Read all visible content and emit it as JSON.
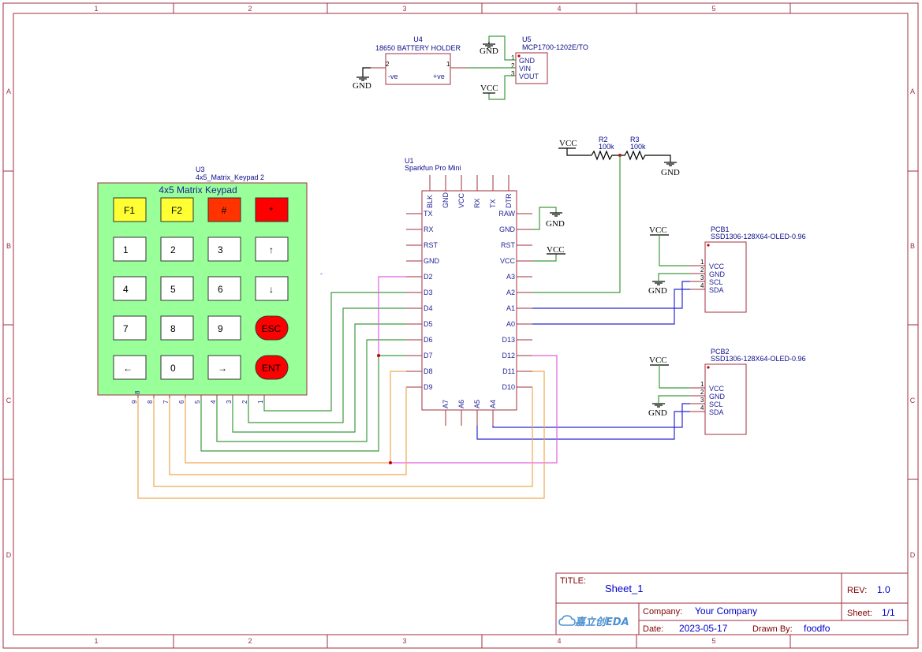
{
  "frame": {
    "columns": [
      "1",
      "2",
      "3",
      "4",
      "5"
    ],
    "rows": [
      "A",
      "B",
      "C",
      "D"
    ]
  },
  "u4": {
    "ref": "U4",
    "name": "18650 BATTERY HOLDER",
    "pin_neg": "-ve",
    "pin_pos": "+ve",
    "pin2": "2",
    "pin1": "1"
  },
  "u5": {
    "ref": "U5",
    "name": "MCP1700-1202E/TO",
    "pins": [
      "GND",
      "VIN",
      "VOUT"
    ],
    "pin_numbers": [
      "1",
      "2",
      "3"
    ]
  },
  "u1": {
    "ref": "U1",
    "name": "Sparkfun Pro Mini",
    "top_pins": [
      "BLK",
      "GND",
      "VCC",
      "RX",
      "TX",
      "DTR"
    ],
    "left_pins": [
      "TX",
      "RX",
      "RST",
      "GND",
      "D2",
      "D3",
      "D4",
      "D5",
      "D6",
      "D7",
      "D8",
      "D9"
    ],
    "right_pins": [
      "RAW",
      "GND",
      "RST",
      "VCC",
      "A3",
      "A2",
      "A1",
      "A0",
      "D13",
      "D12",
      "D11",
      "D10"
    ],
    "bottom_pins": [
      "A7",
      "A6",
      "A5",
      "A4"
    ]
  },
  "u3": {
    "ref": "U3",
    "name": "4x5_Matrix_Keypad 2",
    "title": "4x5 Matrix Keypad",
    "keys": [
      "F1",
      "F2",
      "#",
      "*",
      "1",
      "2",
      "3",
      "↑",
      "4",
      "5",
      "6",
      "↓",
      "7",
      "8",
      "9",
      "ESC",
      "←",
      "0",
      "→",
      "ENT"
    ],
    "key_colors": [
      "#ffff33",
      "#ffff33",
      "#ff3300",
      "#ff0000",
      "#ffffff",
      "#ffffff",
      "#ffffff",
      "#ffffff",
      "#ffffff",
      "#ffffff",
      "#ffffff",
      "#ffffff",
      "#ffffff",
      "#ffffff",
      "#ffffff",
      "#ff0000",
      "#ffffff",
      "#ffffff",
      "#ffffff",
      "#ff0000"
    ],
    "pin_numbers": [
      "9",
      "8",
      "7",
      "6",
      "5",
      "4",
      "3",
      "2",
      "1"
    ],
    "body_color": "#99ff99"
  },
  "resistors": [
    {
      "ref": "R2",
      "value": "100k"
    },
    {
      "ref": "R3",
      "value": "100k"
    }
  ],
  "oleds": [
    {
      "ref": "PCB1",
      "name": "SSD1306-128X64-OLED-0.96",
      "pins": [
        "VCC",
        "GND",
        "SCL",
        "SDA"
      ],
      "pin_numbers": [
        "1",
        "2",
        "3",
        "4"
      ]
    },
    {
      "ref": "PCB2",
      "name": "SSD1306-128X64-OLED-0.96",
      "pins": [
        "VCC",
        "GND",
        "SCL",
        "SDA"
      ],
      "pin_numbers": [
        "1",
        "2",
        "3",
        "4"
      ]
    }
  ],
  "nets": {
    "gnd": "GND",
    "vcc": "VCC"
  },
  "title_block": {
    "title_label": "TITLE:",
    "title": "Sheet_1",
    "rev_label": "REV:",
    "rev": "1.0",
    "company_label": "Company:",
    "company": "Your Company",
    "sheet_label": "Sheet:",
    "sheet": "1/1",
    "date_label": "Date:",
    "date": "2023-05-17",
    "drawn_label": "Drawn By:",
    "drawn": "foodfo",
    "logo_text": "嘉立创EDA"
  },
  "colors": {
    "frame": "#a0323c",
    "wire_green": "#3c9a3c",
    "wire_blue": "#2828d2",
    "wire_magenta": "#e060e0",
    "wire_orange": "#f0a850"
  }
}
